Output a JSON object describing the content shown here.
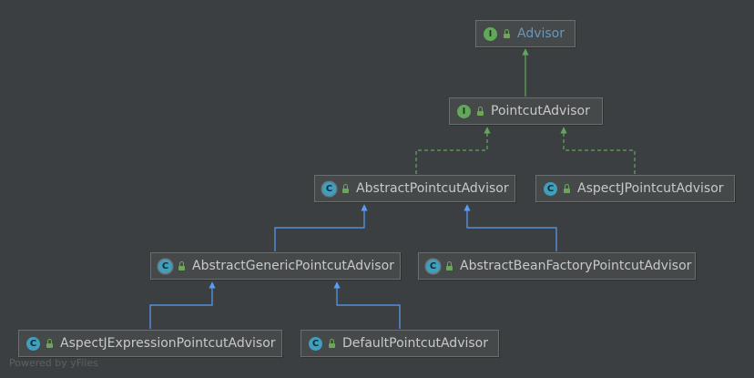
{
  "diagram": {
    "nodes": {
      "advisor": {
        "name": "Advisor",
        "kind": "interface",
        "badge": "I"
      },
      "pointcut_advisor": {
        "name": "PointcutAdvisor",
        "kind": "interface",
        "badge": "I"
      },
      "abstract_pointcut_advisor": {
        "name": "AbstractPointcutAdvisor",
        "kind": "abstract-class",
        "badge": "C"
      },
      "aspectj_pointcut_advisor": {
        "name": "AspectJPointcutAdvisor",
        "kind": "class",
        "badge": "C"
      },
      "abstract_generic_pointcut_advisor": {
        "name": "AbstractGenericPointcutAdvisor",
        "kind": "abstract-class",
        "badge": "C"
      },
      "abstract_bean_factory_pointcut_advisor": {
        "name": "AbstractBeanFactoryPointcutAdvisor",
        "kind": "abstract-class",
        "badge": "C"
      },
      "aspectj_expression_pointcut_advisor": {
        "name": "AspectJExpressionPointcutAdvisor",
        "kind": "class",
        "badge": "C"
      },
      "default_pointcut_advisor": {
        "name": "DefaultPointcutAdvisor",
        "kind": "class",
        "badge": "C"
      }
    },
    "edges": [
      {
        "from": "pointcut_advisor",
        "to": "advisor",
        "type": "extends-interface"
      },
      {
        "from": "abstract_pointcut_advisor",
        "to": "pointcut_advisor",
        "type": "implements"
      },
      {
        "from": "aspectj_pointcut_advisor",
        "to": "pointcut_advisor",
        "type": "implements"
      },
      {
        "from": "abstract_generic_pointcut_advisor",
        "to": "abstract_pointcut_advisor",
        "type": "extends"
      },
      {
        "from": "abstract_bean_factory_pointcut_advisor",
        "to": "abstract_pointcut_advisor",
        "type": "extends"
      },
      {
        "from": "aspectj_expression_pointcut_advisor",
        "to": "abstract_generic_pointcut_advisor",
        "type": "extends"
      },
      {
        "from": "default_pointcut_advisor",
        "to": "abstract_generic_pointcut_advisor",
        "type": "extends"
      }
    ],
    "colors": {
      "background": "#3c3f41",
      "interface_edge": "#62a85a",
      "class_edge": "#589df6",
      "interface_badge": "#62a85a",
      "class_badge": "#3f9fbd"
    }
  },
  "footer": {
    "text": "Powered by yFiles"
  }
}
